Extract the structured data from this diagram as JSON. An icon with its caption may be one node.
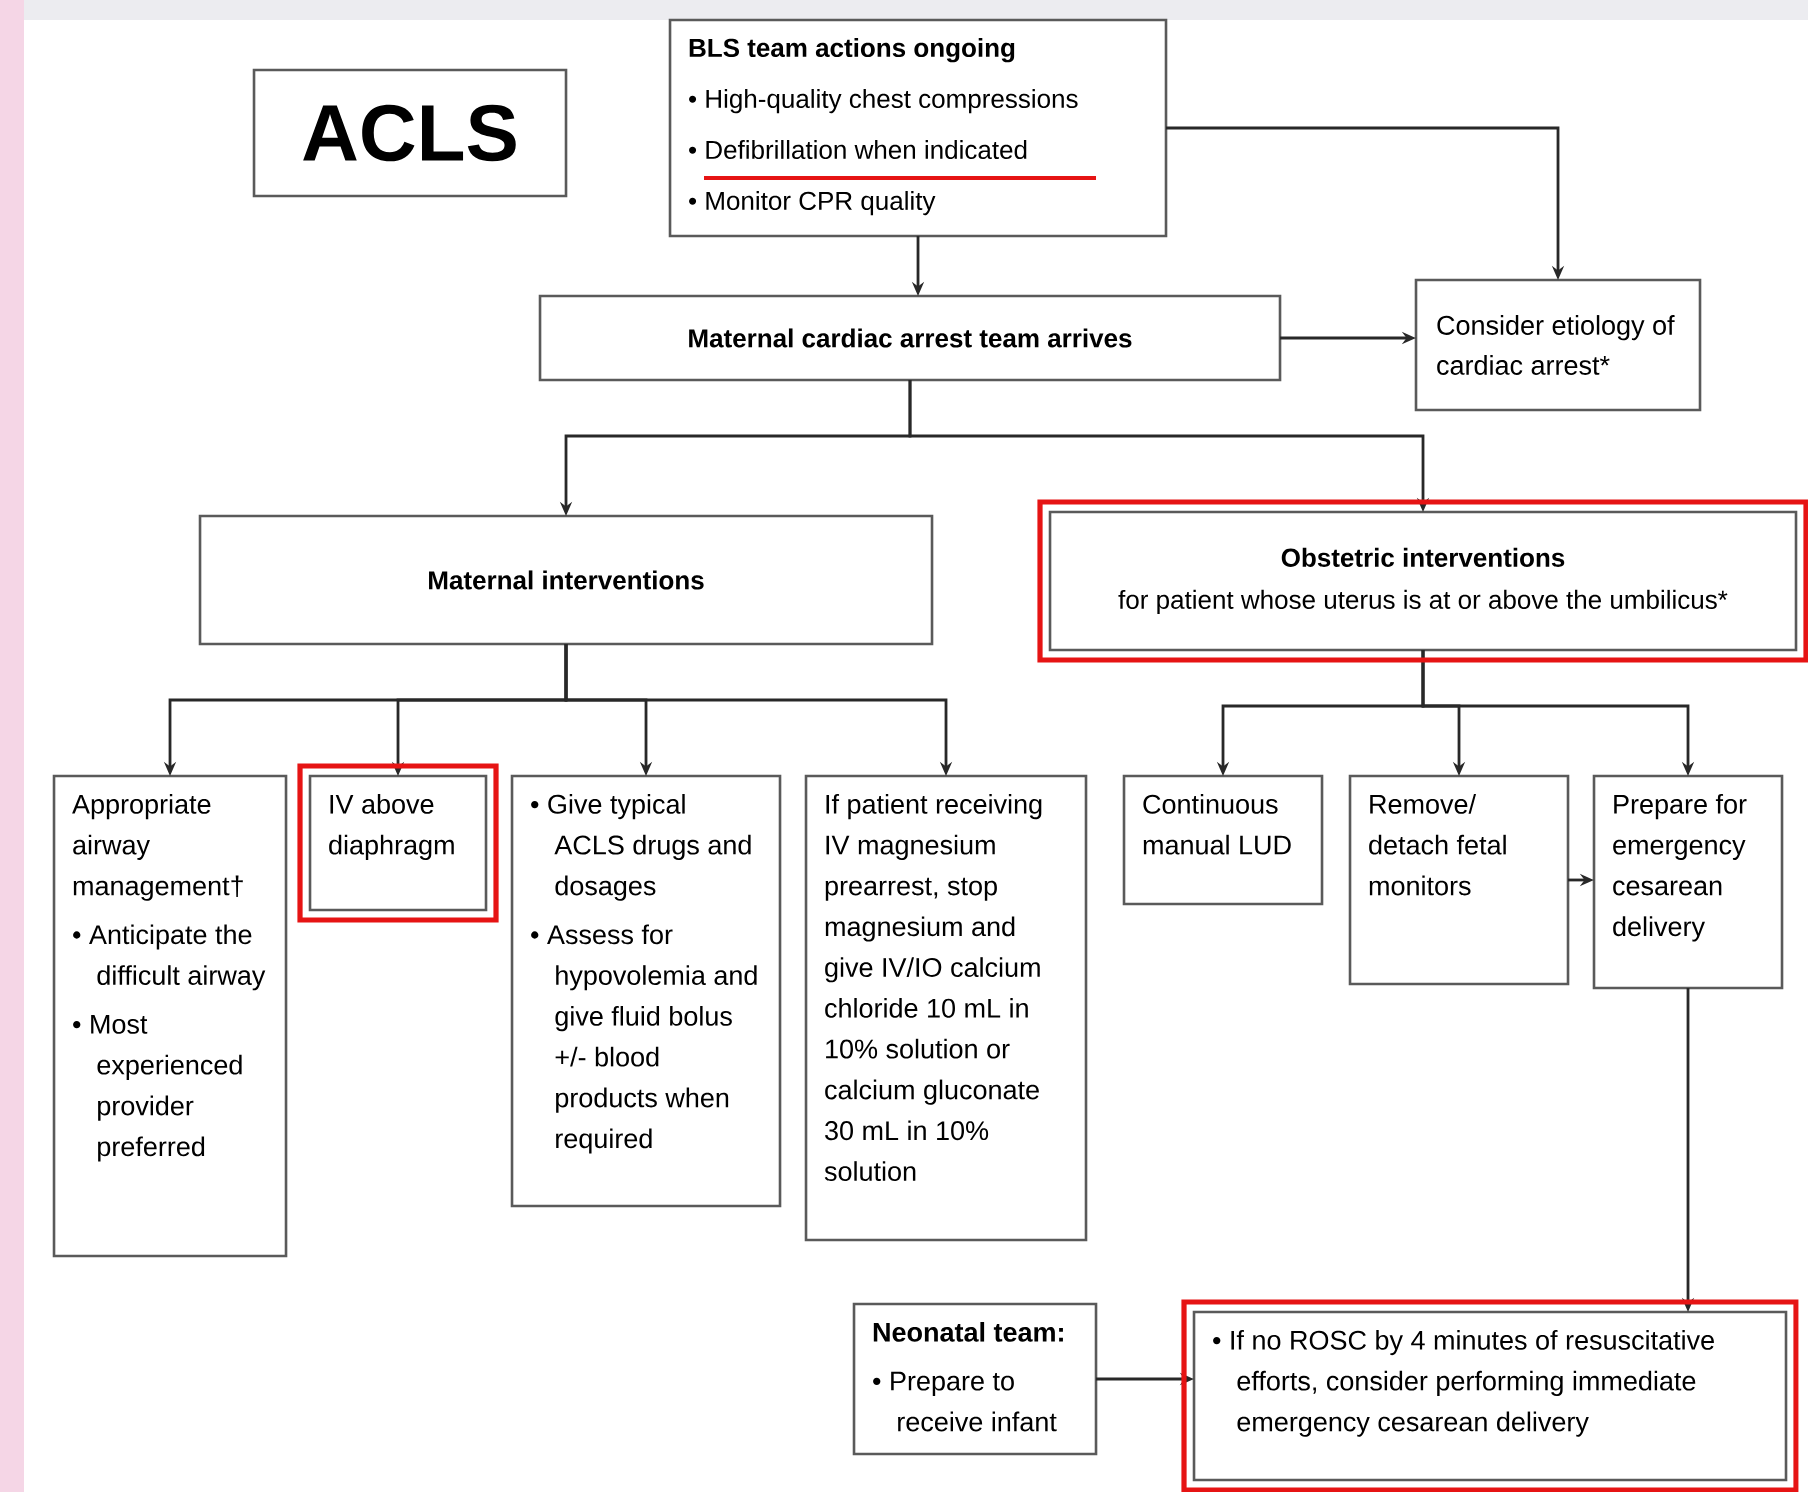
{
  "diagram": {
    "nodes": [
      {
        "text": [
          "ACLS"
        ]
      },
      {
        "text": [
          "BLS team actions ongoing",
          "• High-quality chest compressions",
          "• Defibrillation when indicated",
          "• Monitor CPR quality"
        ]
      },
      {
        "text": [
          "Maternal cardiac arrest team arrives"
        ]
      },
      {
        "text": [
          "Consider etiology of cardiac arrest*"
        ]
      },
      {
        "text": [
          "Maternal interventions"
        ]
      },
      {
        "text": [
          "Obstetric interventions",
          "for patient whose uterus is at or above the umbilicus*"
        ]
      },
      {
        "text": [
          "Appropriate airway management†",
          "• Anticipate the difficult airway",
          "• Most experienced provider preferred"
        ]
      },
      {
        "text": [
          "IV above diaphragm"
        ]
      },
      {
        "text": [
          "• Give typical ACLS drugs and dosages",
          "• Assess for hypovolemia and give fluid bolus +/- blood products when required"
        ]
      },
      {
        "text": [
          "If patient receiving IV magnesium prearrest, stop magnesium and give IV/IO calcium chloride 10 mL in 10% solution or calcium gluconate 30 mL in 10% solution"
        ]
      },
      {
        "text": [
          "Continuous manual LUD"
        ]
      },
      {
        "text": [
          "Remove/ detach fetal monitors"
        ]
      },
      {
        "text": [
          "Prepare for emergency cesarean delivery"
        ]
      },
      {
        "text": [
          "Neonatal team:",
          "• Prepare to receive infant"
        ]
      },
      {
        "text": [
          "• If no ROSC by 4 minutes of resuscitative efforts, consider performing immediate emergency cesarean delivery"
        ]
      }
    ],
    "edges": [
      {
        "from": 1,
        "to": 2,
        "arrow": "to"
      },
      {
        "from": 1,
        "to": 3,
        "arrow": "to"
      },
      {
        "from": 2,
        "to": 3,
        "arrow": "to"
      },
      {
        "from": 2,
        "to": 4,
        "arrow": "to"
      },
      {
        "from": 2,
        "to": 5,
        "arrow": "to"
      },
      {
        "from": 4,
        "to": 6,
        "arrow": "to"
      },
      {
        "from": 4,
        "to": 7,
        "arrow": "to"
      },
      {
        "from": 4,
        "to": 8,
        "arrow": "to"
      },
      {
        "from": 4,
        "to": 9,
        "arrow": "to"
      },
      {
        "from": 5,
        "to": 10,
        "arrow": "to"
      },
      {
        "from": 5,
        "to": 11,
        "arrow": "to"
      },
      {
        "from": 5,
        "to": 12,
        "arrow": "to"
      },
      {
        "from": 11,
        "to": 12,
        "arrow": "to"
      },
      {
        "from": 12,
        "to": 14,
        "arrow": "to"
      },
      {
        "from": 13,
        "to": 14,
        "arrow": "to"
      }
    ]
  }
}
